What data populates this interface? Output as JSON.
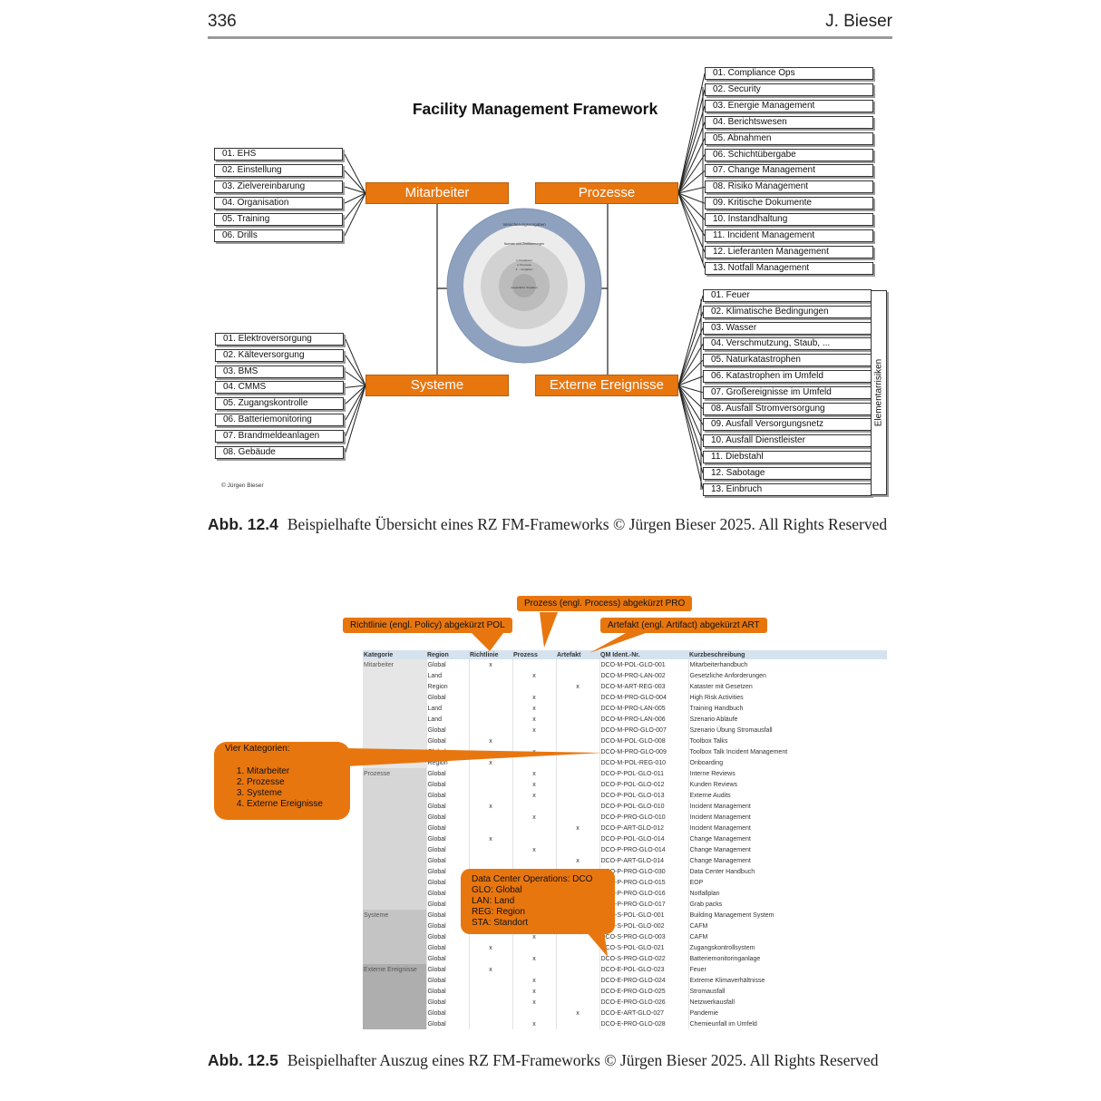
{
  "page": {
    "number": "336",
    "author": "J. Bieser"
  },
  "figure1": {
    "title": "Facility Management Framework",
    "copyright": "© Jürgen Bieser",
    "hubs": [
      "Mitarbeiter",
      "Prozesse",
      "Systeme",
      "Externe Ereignisse"
    ],
    "mitarbeiter": [
      "01. EHS",
      "02. Einstellung",
      "03. Zielvereinbarung",
      "04. Organisation",
      "05. Training",
      "06. Drills"
    ],
    "systeme": [
      "01. Elektroversorgung",
      "02. Kälteversorgung",
      "03. BMS",
      "04. CMMS",
      "05. Zugangskontrolle",
      "06. Batteriemonitoring",
      "07. Brandmeldeanlagen",
      "08. Gebäude"
    ],
    "prozesse": [
      "01. Compliance Ops",
      "02. Security",
      "03. Energie Management",
      "04. Berichtswesen",
      "05. Abnahmen",
      "06. Schichtübergabe",
      "07. Change Management",
      "08. Risiko Management",
      "09. Kritische Dokumente",
      "10. Instandhaltung",
      "11. Incident Management",
      "12. Lieferanten Management",
      "13. Notfall Management"
    ],
    "externe": [
      "01. Feuer",
      "02. Klimatische Bedingungen",
      "03. Wasser",
      "04. Verschmutzung, Staub, ...",
      "05. Naturkatastrophen",
      "06. Katastrophen im Umfeld",
      "07. Großereignisse im Umfeld",
      "08. Ausfall Stromversorgung",
      "09. Ausfall Versorgungsnetz",
      "10. Ausfall Dienstleister",
      "11. Diebstahl",
      "12. Sabotage",
      "13. Einbruch"
    ],
    "side_label": "Elementarrisiken",
    "center": {
      "outer": "Versicherungsvorgaben",
      "middle": "Normen und Zertifizierungen",
      "list": [
        "1. Kundenvor",
        "2. Prozesse",
        "3. ...Vorgaben"
      ],
      "inner": "Gesetzliche Vorgaben"
    }
  },
  "caption1": {
    "label": "Abb. 12.4",
    "text": "Beispielhafte Übersicht eines RZ FM-Frameworks © Jürgen Bieser 2025. All Rights Reserved"
  },
  "figure2": {
    "callout_pol": "Richtlinie (engl. Policy) abgekürzt POL",
    "callout_pro": "Prozess (engl. Process) abgekürzt PRO",
    "callout_art": "Artefakt (engl. Artifact) abgekürzt ART",
    "callout_kat_title": "Vier Kategorien:",
    "callout_kat_items": [
      "Mitarbeiter",
      "Prozesse",
      "Systeme",
      "Externe Ereignisse"
    ],
    "callout_dco": [
      "Data Center Operations: DCO",
      "GLO: Global",
      "LAN: Land",
      "REG: Region",
      "STA: Standort"
    ],
    "headers": [
      "Kategorie",
      "Region",
      "Richtlinie",
      "Prozess",
      "Artefakt",
      "QM Ident.-Nr.",
      "Kurzbeschreibung"
    ],
    "rows": [
      [
        "Mitarbeiter",
        "Global",
        "x",
        "",
        "",
        "DCO-M-POL-GLO-001",
        "Mitarbeiterhandbuch"
      ],
      [
        "",
        "Land",
        "",
        "x",
        "",
        "DCO-M-PRO-LAN-002",
        "Gesetzliche Anforderungen"
      ],
      [
        "",
        "Region",
        "",
        "",
        "x",
        "DCO-M-ART-REG-003",
        "Kataster mit Gesetzen"
      ],
      [
        "",
        "Global",
        "",
        "x",
        "",
        "DCO-M-PRO-GLO-004",
        "High Risk Activities"
      ],
      [
        "",
        "Land",
        "",
        "x",
        "",
        "DCO-M-PRO-LAN-005",
        "Training Handbuch"
      ],
      [
        "",
        "Land",
        "",
        "x",
        "",
        "DCO-M-PRO-LAN-006",
        "Szenario Abläufe"
      ],
      [
        "",
        "Global",
        "",
        "x",
        "",
        "DCO-M-PRO-GLO-007",
        "Szenario Übung Stromausfall"
      ],
      [
        "",
        "Global",
        "x",
        "",
        "",
        "DCO-M-POL-GLO-008",
        "Toolbox Talks"
      ],
      [
        "",
        "Global",
        "",
        "x",
        "",
        "DCO-M-PRO-GLO-009",
        "Toolbox Talk Incident Management"
      ],
      [
        "",
        "Region",
        "x",
        "",
        "",
        "DCO-M-POL-REG-010",
        "Onboarding"
      ],
      [
        "Prozesse",
        "Global",
        "",
        "x",
        "",
        "DCO-P-POL-GLO-011",
        "Interne Reviews"
      ],
      [
        "",
        "Global",
        "",
        "x",
        "",
        "DCO-P-POL-GLO-012",
        "Kunden Reviews"
      ],
      [
        "",
        "Global",
        "",
        "x",
        "",
        "DCO-P-POL-GLO-013",
        "Externe Audits"
      ],
      [
        "",
        "Global",
        "x",
        "",
        "",
        "DCO-P-POL-GLO-010",
        "Incident Management"
      ],
      [
        "",
        "Global",
        "",
        "x",
        "",
        "DCO-P-PRO-GLO-010",
        "Incident Management"
      ],
      [
        "",
        "Global",
        "",
        "",
        "x",
        "DCO-P-ART-GLO-012",
        "Incident Management"
      ],
      [
        "",
        "Global",
        "x",
        "",
        "",
        "DCO-P-POL-GLO-014",
        "Change Management"
      ],
      [
        "",
        "Global",
        "",
        "x",
        "",
        "DCO-P-PRO-GLO-014",
        "Change Management"
      ],
      [
        "",
        "Global",
        "",
        "",
        "x",
        "DCO-P-ART-GLO-014",
        "Change Management"
      ],
      [
        "",
        "Global",
        "",
        "",
        "",
        "DCO-P-PRO-GLO-030",
        "Data Center Handbuch"
      ],
      [
        "",
        "Global",
        "",
        "",
        "",
        "DCO-P-PRO-GLO-015",
        "EOP"
      ],
      [
        "",
        "Global",
        "",
        "",
        "",
        "DCO-P-PRO-GLO-016",
        "Notfallplan"
      ],
      [
        "",
        "Global",
        "",
        "",
        "",
        "DCO-P-PRO-GLO-017",
        "Grab packs"
      ],
      [
        "Systeme",
        "Global",
        "",
        "",
        "",
        "DCO-S-POL-GLO-001",
        "Building Management System"
      ],
      [
        "",
        "Global",
        "",
        "",
        "",
        "DCO-S-POL-GLO-002",
        "CAFM"
      ],
      [
        "",
        "Global",
        "",
        "x",
        "",
        "DCO-S-PRO-GLO-003",
        "CAFM"
      ],
      [
        "",
        "Global",
        "x",
        "",
        "",
        "DCO-S-POL-GLO-021",
        "Zugangskontrollsystem"
      ],
      [
        "",
        "Global",
        "",
        "x",
        "",
        "DCO-S-PRO-GLO-022",
        "Batteriemonitoringanlage"
      ],
      [
        "Externe Ereignisse",
        "Global",
        "x",
        "",
        "",
        "DCO-E-POL-GLO-023",
        "Feuer"
      ],
      [
        "",
        "Global",
        "",
        "x",
        "",
        "DCO-E-PRO-GLO-024",
        "Extreme Klimaverhältnisse"
      ],
      [
        "",
        "Global",
        "",
        "x",
        "",
        "DCO-E-PRO-GLO-025",
        "Stromausfall"
      ],
      [
        "",
        "Global",
        "",
        "x",
        "",
        "DCO-E-PRO-GLO-026",
        "Netzwerkausfall"
      ],
      [
        "",
        "Global",
        "",
        "",
        "x",
        "DCO-E-ART-GLO-027",
        "Pandemie"
      ],
      [
        "",
        "Global",
        "",
        "x",
        "",
        "DCO-E-PRO-GLO-028",
        "Chemieunfall im Umfeld"
      ]
    ]
  },
  "caption2": {
    "label": "Abb. 12.5",
    "text": "Beispielhafter Auszug eines RZ FM-Frameworks © Jürgen Bieser 2025. All Rights Reserved"
  },
  "colors": {
    "accent": "#e8760f",
    "ring_outer": "#8ea2c0",
    "ring_mid": "#d2d2d2",
    "header_row": "#d6e3ef"
  }
}
